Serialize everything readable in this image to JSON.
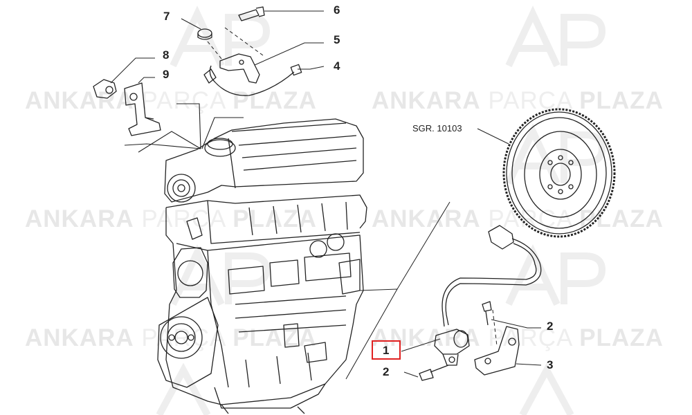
{
  "watermark": {
    "bold_left": "ANKARA",
    "thin_mid": "PARÇA",
    "bold_right": "PLAZA",
    "logo_text": "AP",
    "color": "#e6e6e6"
  },
  "callouts": {
    "c1": "1",
    "c2a": "2",
    "c2b": "2",
    "c3": "3",
    "c4": "4",
    "c5": "5",
    "c6": "6",
    "c7": "7",
    "c8": "8",
    "c9": "9"
  },
  "reference": {
    "flywheel_ref": "SGR. 10103"
  },
  "highlight": {
    "selected_part": "1",
    "color": "#e02020"
  },
  "line_color": "#222222"
}
